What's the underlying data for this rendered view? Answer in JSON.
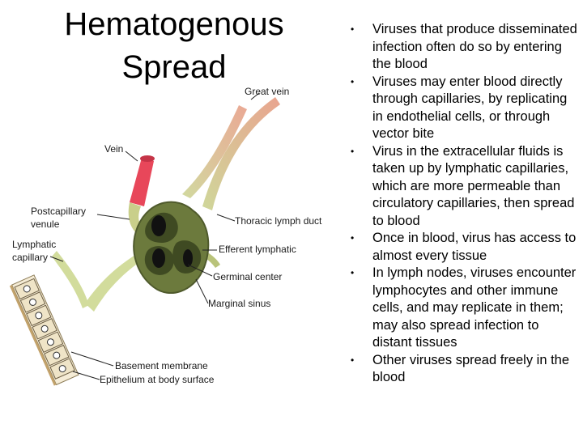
{
  "title": "Hematogenous Spread",
  "figure": {
    "labels": {
      "great_vein": "Great vein",
      "vein": "Vein",
      "postcapillary_1": "Postcapillary",
      "postcapillary_2": "venule",
      "lymphatic_1": "Lymphatic",
      "lymphatic_2": "capillary",
      "thoracic_duct": "Thoracic lymph duct",
      "efferent": "Efferent lymphatic",
      "germinal": "Germinal center",
      "marginal": "Marginal sinus",
      "basement": "Basement membrane",
      "epithelium": "Epithelium at body surface"
    }
  },
  "bullets": [
    "Viruses that produce disseminated infection often do so by entering the blood",
    "Viruses may enter blood directly through capillaries, by replicating in endothelial cells, or through vector bite",
    "Virus in the extracellular fluids is taken up by lymphatic capillaries, which are more permeable than circulatory capillaries, then spread to blood",
    "Once in blood, virus has access to almost every tissue",
    "In lymph nodes, viruses encounter lymphocytes and other immune cells, and may replicate in them; may also spread infection to distant tissues",
    "Other viruses spread freely in the blood"
  ]
}
